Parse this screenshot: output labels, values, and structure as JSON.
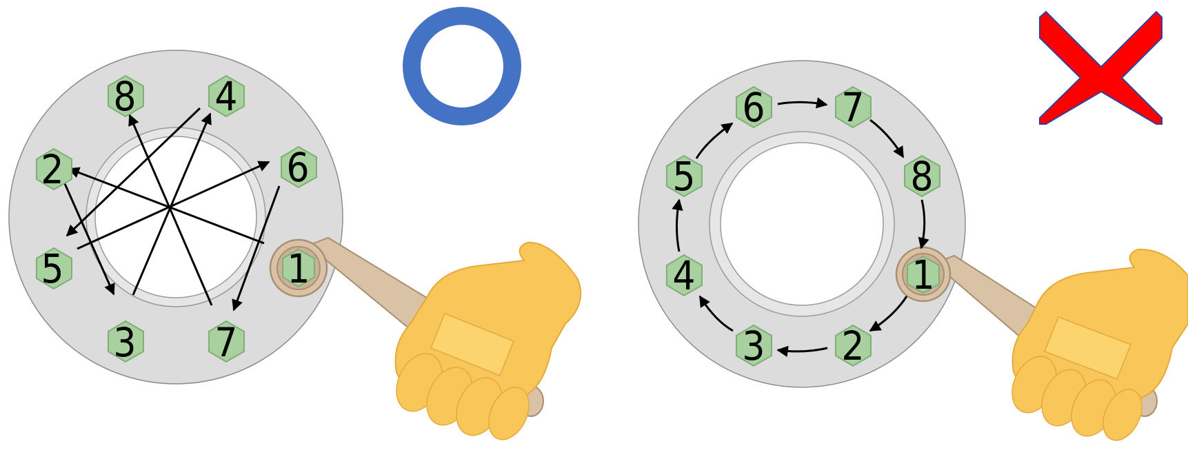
{
  "colors": {
    "flange": "#dcdcdc",
    "flange_stroke": "#8c8c8c",
    "bore_ring": "#e6e6e6",
    "bolt_fill": "#a9d1a0",
    "bolt_stroke": "#7fae78",
    "arrow": "#000000",
    "correct_mark": "#4472c4",
    "wrong_mark": "#ff0000",
    "wrong_mark_stroke": "#2f3fa0",
    "wrench": "#d9c2a5",
    "wrench_stroke": "#a88f72",
    "hand": "#f9c65a",
    "hand_shadow": "#e5a93a"
  },
  "correct_example": {
    "mark_icon": "circle-mark-icon",
    "bolts": [
      {
        "label": "1"
      },
      {
        "label": "2"
      },
      {
        "label": "3"
      },
      {
        "label": "4"
      },
      {
        "label": "5"
      },
      {
        "label": "6"
      },
      {
        "label": "7"
      },
      {
        "label": "8"
      }
    ],
    "sequence": [
      "1",
      "2",
      "3",
      "4",
      "5",
      "6",
      "7",
      "8"
    ],
    "pattern": "star"
  },
  "wrong_example": {
    "mark_icon": "cross-mark-icon",
    "bolts": [
      {
        "label": "1"
      },
      {
        "label": "2"
      },
      {
        "label": "3"
      },
      {
        "label": "4"
      },
      {
        "label": "5"
      },
      {
        "label": "6"
      },
      {
        "label": "7"
      },
      {
        "label": "8"
      }
    ],
    "sequence": [
      "1",
      "2",
      "3",
      "4",
      "5",
      "6",
      "7",
      "8"
    ],
    "pattern": "circular"
  }
}
